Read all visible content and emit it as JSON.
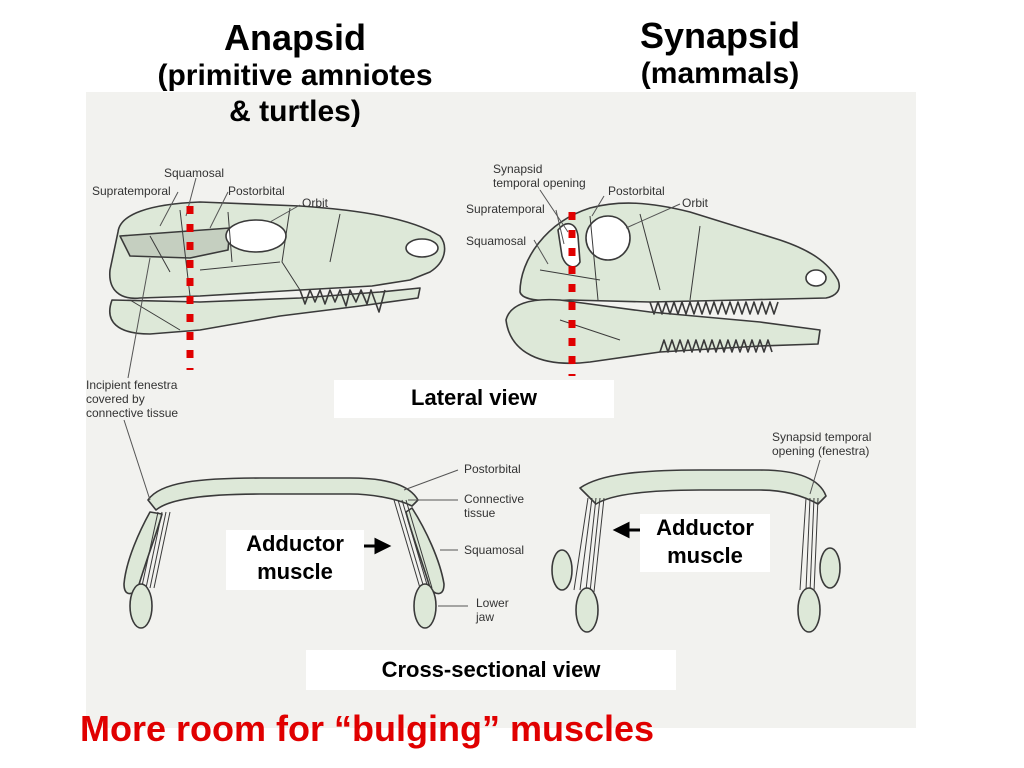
{
  "titles": {
    "anapsid_name": "Anapsid",
    "anapsid_desc_line1": "(primitive amniotes",
    "anapsid_desc_line2": "& turtles)",
    "synapsid_name": "Synapsid",
    "synapsid_desc": "(mammals)"
  },
  "anapsid_skull_labels": {
    "squamosal": "Squamosal",
    "supratemporal": "Supratemporal",
    "postorbital": "Postorbital",
    "orbit": "Orbit",
    "incipient_line1": "Incipient fenestra",
    "incipient_line2": "covered by",
    "incipient_line3": "connective tissue"
  },
  "synapsid_skull_labels": {
    "opening_line1": "Synapsid",
    "opening_line2": "temporal opening",
    "postorbital": "Postorbital",
    "orbit": "Orbit",
    "supratemporal": "Supratemporal",
    "squamosal": "Squamosal"
  },
  "cross_section_labels": {
    "postorbital": "Postorbital",
    "connective_line1": "Connective",
    "connective_line2": "tissue",
    "squamosal": "Squamosal",
    "lower_jaw_line1": "Lower",
    "lower_jaw_line2": "jaw",
    "fenestra_line1": "Synapsid temporal",
    "fenestra_line2": "opening (fenestra)"
  },
  "boxes": {
    "lateral_view": "Lateral view",
    "cross_sectional_view": "Cross-sectional view",
    "adductor_left_line1": "Adductor",
    "adductor_left_line2": "muscle",
    "adductor_right_line1": "Adductor",
    "adductor_right_line2": "muscle"
  },
  "caption": "More room for “bulging” muscles",
  "colors": {
    "bone_fill": "#dde8d8",
    "bone_stroke": "#3a3a3a",
    "marker_red": "#e00000",
    "caption_red": "#e00000",
    "scan_background": "#f2f2ef"
  }
}
